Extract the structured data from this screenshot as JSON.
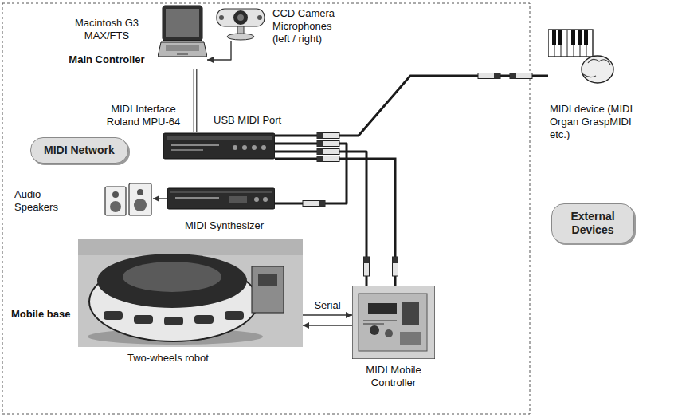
{
  "diagram": {
    "nodes": [
      {
        "text": [
          "Macintosh G3 MAX/FTS",
          "Main Controller"
        ]
      },
      {
        "text": [
          "CCD Camera Microphones (left / right)"
        ]
      },
      {
        "text": [
          "MIDI Interface Roland MPU-64"
        ]
      },
      {
        "text": [
          "MIDI Network"
        ]
      },
      {
        "text": [
          "Audio Speakers"
        ]
      },
      {
        "text": [
          "MIDI Synthesizer"
        ]
      },
      {
        "text": [
          "Mobile base",
          "Two-wheels robot"
        ]
      },
      {
        "text": [
          "MIDI Mobile Controller"
        ]
      },
      {
        "text": [
          "MIDI device (MIDI Organ GraspMIDI etc.)"
        ]
      },
      {
        "text": [
          "External Devices"
        ]
      }
    ],
    "edges": [
      {
        "from": 1,
        "to": 0,
        "arrow": "to"
      },
      {
        "from": 0,
        "to": 2,
        "arrow": "none"
      },
      {
        "from": 2,
        "to": 8,
        "arrow": "none"
      },
      {
        "from": 2,
        "to": 5,
        "arrow": "none"
      },
      {
        "from": 2,
        "to": 7,
        "arrow": "none"
      },
      {
        "from": 5,
        "to": 4,
        "arrow": "to"
      },
      {
        "from": 6,
        "to": 7,
        "label": "Serial",
        "arrow": "to"
      },
      {
        "from": 7,
        "to": 6,
        "arrow": "to"
      }
    ],
    "labels": [
      "USB MIDI Port"
    ]
  }
}
